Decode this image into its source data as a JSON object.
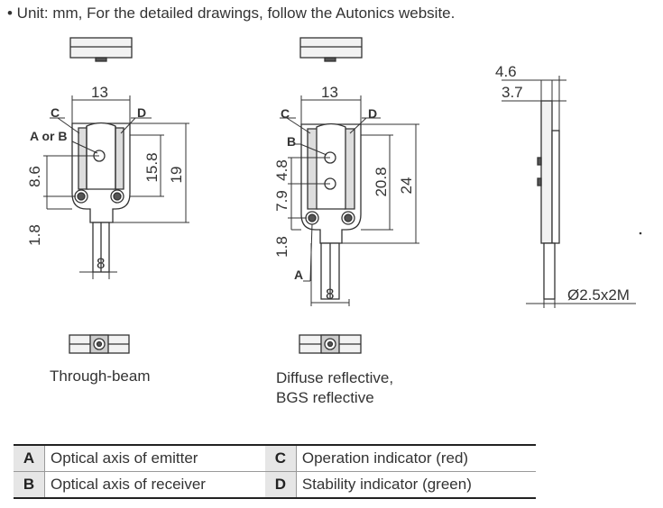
{
  "header": {
    "note": "• Unit: mm, For the detailed drawings, follow the Autonics website."
  },
  "through_beam": {
    "dims": {
      "width_top": "13",
      "height_total": "19",
      "height_lens": "15.8",
      "height_upper": "8.6",
      "height_bottom": "1.8",
      "width_bottom": "8"
    },
    "labels": {
      "c": "C",
      "d": "D",
      "axis": "A or B"
    },
    "caption": "Through-beam"
  },
  "diffuse": {
    "dims": {
      "width_top": "13",
      "height_total": "24",
      "height_inner": "20.8",
      "height_a": "4.8",
      "height_b": "7.9",
      "height_bottom": "1.8",
      "width_bottom": "8"
    },
    "labels": {
      "c": "C",
      "d": "D",
      "b": "B",
      "a": "A"
    },
    "caption_line1": "Diffuse reflective,",
    "caption_line2": "BGS reflective"
  },
  "side": {
    "dims": {
      "thickness_total": "4.6",
      "thickness_body": "3.7",
      "mount_hole": "Ø2.5x2M"
    }
  },
  "legend": [
    {
      "key_left": "A",
      "desc_left": "Optical axis of emitter",
      "key_right": "C",
      "desc_right": "Operation indicator (red)"
    },
    {
      "key_left": "B",
      "desc_left": "Optical axis of receiver",
      "key_right": "D",
      "desc_right": "Stability indicator (green)"
    }
  ]
}
